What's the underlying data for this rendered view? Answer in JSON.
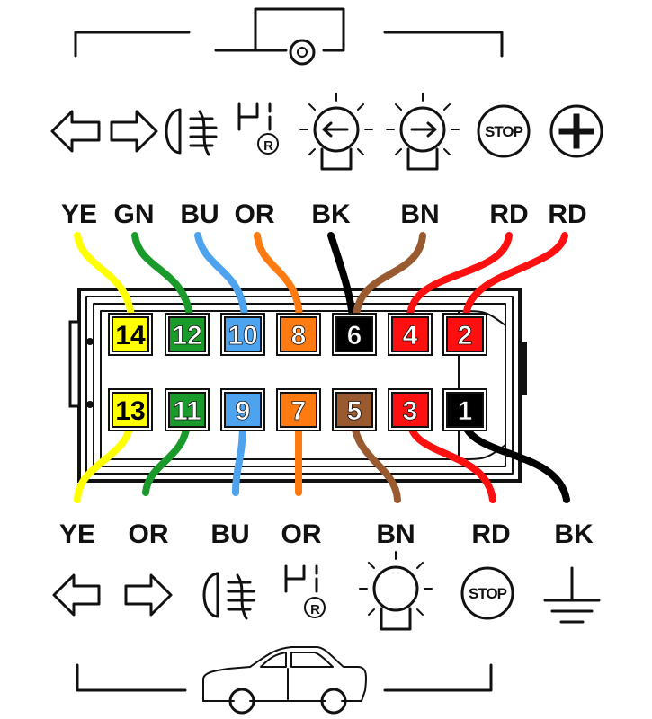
{
  "colors": {
    "YE": "#ffff00",
    "GN": "#1a9a2a",
    "BU": "#4da3ee",
    "OR": "#ff7a10",
    "BK": "#000000",
    "BN": "#9a5a30",
    "RD": "#ff1010"
  },
  "trailer_side": {
    "icons": [
      "left-turn-arrow",
      "right-turn-arrow",
      "fog-light",
      "reverse-light",
      "left-side-light",
      "right-side-light",
      "stop-light",
      "plus-power"
    ],
    "stop_text": "STOP",
    "reverse_mark": "R",
    "labels": [
      "YE",
      "GN",
      "BU",
      "OR",
      "BK",
      "BN",
      "RD",
      "RD"
    ]
  },
  "car_side": {
    "icons": [
      "left-turn-arrow",
      "right-turn-arrow",
      "fog-light",
      "reverse-light",
      "tail-light",
      "stop-light",
      "ground"
    ],
    "stop_text": "STOP",
    "reverse_mark": "R",
    "labels": [
      "YE",
      "OR",
      "BU",
      "OR",
      "BN",
      "RD",
      "BK"
    ]
  },
  "pins_top": [
    {
      "num": "14",
      "color": "YE",
      "text": "#000000"
    },
    {
      "num": "12",
      "color": "GN",
      "text": "#ffffff"
    },
    {
      "num": "10",
      "color": "BU",
      "text": "#ffffff"
    },
    {
      "num": "8",
      "color": "OR",
      "text": "#ffffff"
    },
    {
      "num": "6",
      "color": "BK",
      "text": "#ffffff"
    },
    {
      "num": "4",
      "color": "RD",
      "text": "#ffffff"
    },
    {
      "num": "2",
      "color": "RD",
      "text": "#ffffff"
    }
  ],
  "pins_bottom": [
    {
      "num": "13",
      "color": "YE",
      "text": "#000000"
    },
    {
      "num": "11",
      "color": "GN",
      "text": "#ffffff"
    },
    {
      "num": "9",
      "color": "BU",
      "text": "#ffffff"
    },
    {
      "num": "7",
      "color": "OR",
      "text": "#ffffff"
    },
    {
      "num": "5",
      "color": "BN",
      "text": "#ffffff"
    },
    {
      "num": "3",
      "color": "RD",
      "text": "#ffffff"
    },
    {
      "num": "1",
      "color": "BK",
      "text": "#ffffff"
    }
  ]
}
